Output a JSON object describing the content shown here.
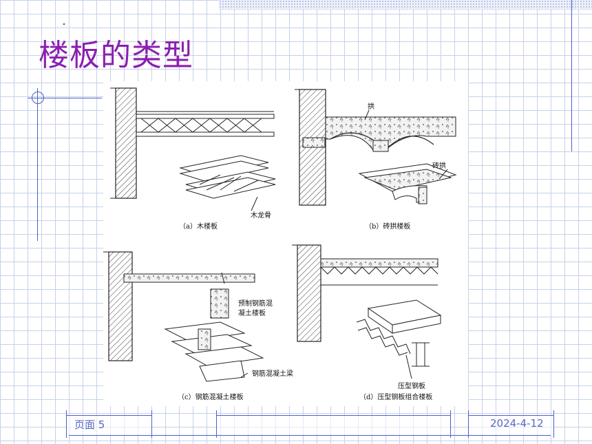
{
  "slide": {
    "title": "楼板的类型",
    "page_label": "页面 5",
    "date": "2024-4-12"
  },
  "figure": {
    "panel_a": {
      "caption": "（a）木楼板",
      "label_joist": "木龙骨"
    },
    "panel_b": {
      "caption": "（b）砖拱楼板",
      "label_arch": "拱",
      "label_brick_arch": "砖拱"
    },
    "panel_c": {
      "caption": "（c）钢筋混凝土楼板",
      "label_precast_1": "预制钢筋混",
      "label_precast_2": "凝土楼板",
      "label_beam": "钢筋混凝土梁"
    },
    "panel_d": {
      "caption": "（d）压型钢板组合楼板",
      "label_deck": "压型钢板"
    }
  },
  "colors": {
    "title": "#8b1fb0",
    "accent": "#4a60c8",
    "grid": "#c6d0ea",
    "footer_text": "#5768c2"
  }
}
